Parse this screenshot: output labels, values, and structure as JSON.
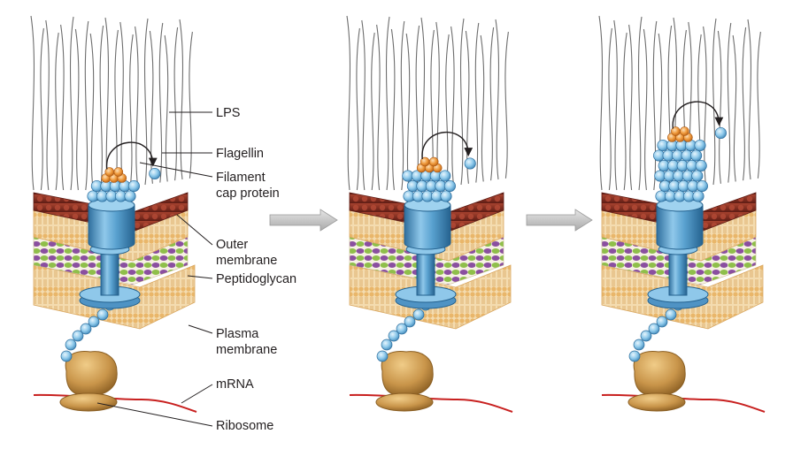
{
  "labels": {
    "lps": "LPS",
    "flagellin": "Flagellin",
    "cap_line1": "Filament",
    "cap_line2": "cap protein",
    "outer_line1": "Outer",
    "outer_line2": "membrane",
    "peptidoglycan": "Peptidoglycan",
    "plasma_line1": "Plasma",
    "plasma_line2": "membrane",
    "mrna": "mRNA",
    "ribosome": "Ribosome"
  },
  "stages": [
    {
      "name": "stage-1",
      "filament_rows": 2
    },
    {
      "name": "stage-2",
      "filament_rows": 3
    },
    {
      "name": "stage-3",
      "filament_rows": 6
    }
  ],
  "colors": {
    "lps": "#6e6e6e",
    "outer_membrane_top": "#9a3a2c",
    "outer_membrane_dark": "#6b2218",
    "lipid_head": "#f2d9a8",
    "lipid_tail": "#e3b774",
    "peptidoglycan_purple": "#8a4fa0",
    "peptidoglycan_green": "#8fbf4a",
    "hook_blue": "#4f93c4",
    "flagellin_blue": "#8cc8ea",
    "cap_orange": "#e8852a",
    "ribosome": "#c9954a",
    "mrna": "#c8201f",
    "arrow_gray": "#c8c8c8"
  }
}
